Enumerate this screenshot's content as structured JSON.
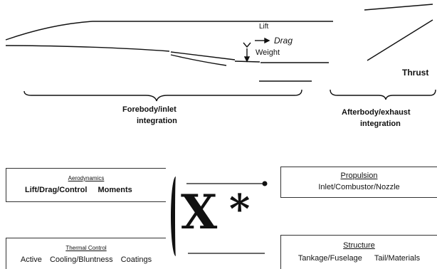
{
  "vehicle": {
    "forces": {
      "lift": "Lift",
      "drag": "Drag",
      "weight": "Weight",
      "thrust": "Thrust"
    }
  },
  "integration": {
    "forebody_line1": "Forebody/inlet",
    "forebody_line2": "integration",
    "afterbody_line1": "Afterbody/exhaust",
    "afterbody_line2": "integration"
  },
  "disciplines": {
    "aerodynamics": {
      "title": "Aerodynamics",
      "items": "Lift/Drag/Control",
      "extra": "Moments"
    },
    "propulsion": {
      "title": "Propulsion",
      "items": "Inlet/Combustor/Nozzle"
    },
    "thermal": {
      "title": "Thermal  Control",
      "item1": "Active",
      "item2": "Cooling/Bluntness",
      "item3": "Coatings"
    },
    "structure": {
      "title": "Structure",
      "item1": "Tankage/Fuselage",
      "item2": "Tail/Materials"
    }
  },
  "center_symbol": {
    "letter": "X",
    "star": "*"
  }
}
